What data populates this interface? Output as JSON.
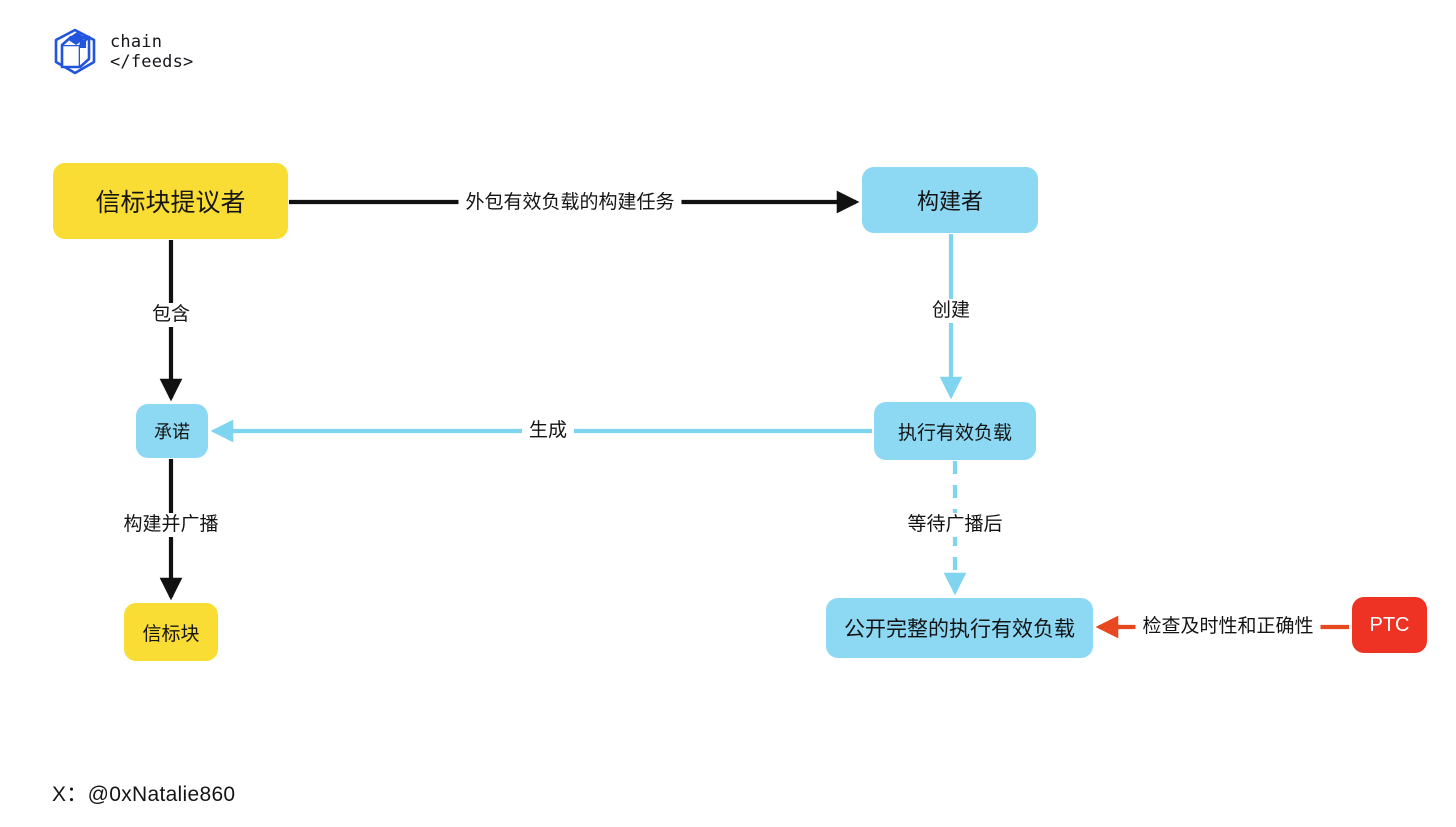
{
  "logo": {
    "icon": "cube-logo-icon",
    "line1": "chain",
    "line2": "</feeds>",
    "color": "#2255DD"
  },
  "colors": {
    "yellow_node": "#F9DD34",
    "blue_node": "#8DD8F3",
    "red_node": "#EE3224",
    "black_edge": "#111111",
    "blue_edge": "#7FD4F0",
    "red_edge": "#E8481F",
    "background": "#FFFFFF",
    "text": "#141414"
  },
  "diagram": {
    "type": "flowchart",
    "nodes": [
      {
        "id": "proposer",
        "label": "信标块提议者",
        "color": "yellow"
      },
      {
        "id": "builder",
        "label": "构建者",
        "color": "blue"
      },
      {
        "id": "commitment",
        "label": "承诺",
        "color": "blue"
      },
      {
        "id": "exec_payload",
        "label": "执行有效负载",
        "color": "blue"
      },
      {
        "id": "beacon_block",
        "label": "信标块",
        "color": "yellow"
      },
      {
        "id": "publish_payload",
        "label": "公开完整的执行有效负载",
        "color": "blue"
      },
      {
        "id": "ptc",
        "label": "PTC",
        "color": "red"
      }
    ],
    "edges": [
      {
        "id": "outsource",
        "from": "proposer",
        "to": "builder",
        "label": "外包有效负载的构建任务",
        "style": "solid",
        "color": "black"
      },
      {
        "id": "contains",
        "from": "proposer",
        "to": "commitment",
        "label": "包含",
        "style": "solid",
        "color": "black"
      },
      {
        "id": "create",
        "from": "builder",
        "to": "exec_payload",
        "label": "创建",
        "style": "solid",
        "color": "blue"
      },
      {
        "id": "generate",
        "from": "exec_payload",
        "to": "commitment",
        "label": "生成",
        "style": "solid",
        "color": "blue"
      },
      {
        "id": "build_bc",
        "from": "commitment",
        "to": "beacon_block",
        "label": "构建并广播",
        "style": "solid",
        "color": "black"
      },
      {
        "id": "after_bc",
        "from": "exec_payload",
        "to": "publish_payload",
        "label": "等待广播后",
        "style": "dashed",
        "color": "blue"
      },
      {
        "id": "check",
        "from": "ptc",
        "to": "publish_payload",
        "label": "检查及时性和正确性",
        "style": "solid",
        "color": "red"
      }
    ]
  },
  "footer": {
    "handle": "X：@0xNatalie860"
  }
}
